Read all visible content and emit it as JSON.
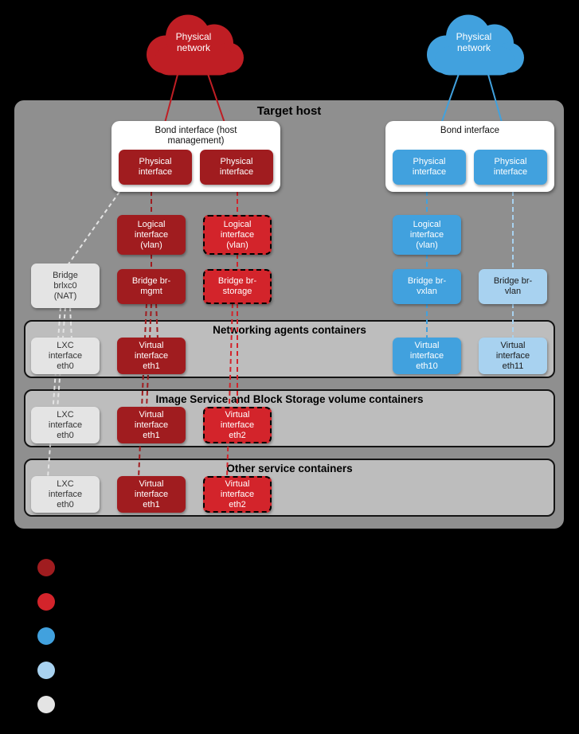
{
  "colors": {
    "cloud-red": "#BF1E24",
    "dark-red": "#A01C1F",
    "bright-red": "#D3242B",
    "blue": "#41A1DE",
    "light-blue": "#A8D2F0",
    "light-gray": "#E4E4E4",
    "host-bg": "#8F8F8F",
    "section-bg": "#BDBDBD"
  },
  "clouds": {
    "left_label": "Physical network",
    "right_label": "Physical network"
  },
  "target_host": {
    "title": "Target host"
  },
  "bonds": {
    "left": {
      "label": "Bond interface (host management)",
      "phys1": "Physical interface",
      "phys2": "Physical interface"
    },
    "right": {
      "label": "Bond interface",
      "phys1": "Physical interface",
      "phys2": "Physical interface"
    }
  },
  "logical": {
    "mgmt": "Logical interface (vlan)",
    "storage": "Logical interface (vlan)",
    "vxlan": "Logical interface (vlan)"
  },
  "bridges": {
    "brlxc0": "Bridge brlxc0 (NAT)",
    "mgmt": "Bridge br-mgmt",
    "storage": "Bridge br-storage",
    "vxlan": "Bridge br-vxlan",
    "vlan": "Bridge br-vlan"
  },
  "sections": [
    {
      "title": "Networking agents containers",
      "items": [
        {
          "label": "LXC interface eth0"
        },
        {
          "label": "Virtual interface eth1"
        },
        {
          "label": "Virtual interface eth10"
        },
        {
          "label": "Virtual interface eth11"
        }
      ]
    },
    {
      "title": "Image Service and Block Storage volume containers",
      "items": [
        {
          "label": "LXC interface eth0"
        },
        {
          "label": "Virtual interface eth1"
        },
        {
          "label": "Virtual interface eth2"
        }
      ]
    },
    {
      "title": "Other service containers",
      "items": [
        {
          "label": "LXC interface eth0"
        },
        {
          "label": "Virtual interface eth1"
        },
        {
          "label": "Virtual interface eth2"
        }
      ]
    }
  ],
  "legend": [
    "#A01C1F",
    "#D3242B",
    "#41A1DE",
    "#A8D2F0",
    "#E4E4E4"
  ]
}
